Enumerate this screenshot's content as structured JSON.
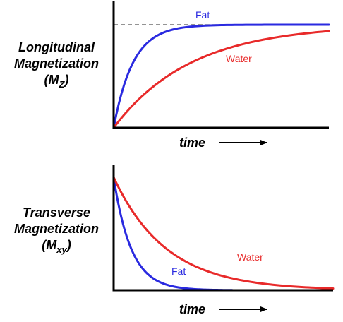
{
  "chart_data": [
    {
      "type": "line",
      "ylabel": {
        "line1": "Longitudinal",
        "line2": "Magnetization",
        "symbol": "M",
        "subscript": "Z"
      },
      "xlabel": "time",
      "xlim": [
        0,
        10
      ],
      "ylim": [
        0,
        1
      ],
      "reference_line": {
        "y": 1,
        "style": "dashed"
      },
      "series": [
        {
          "name": "Fat",
          "color": "#2a2ae0",
          "tau": 0.9,
          "x_end": 10,
          "x": [
            0,
            0.5,
            1,
            1.5,
            2,
            3,
            4,
            5,
            6,
            8,
            10
          ],
          "y": [
            0,
            0.43,
            0.67,
            0.81,
            0.89,
            0.96,
            0.99,
            1.0,
            1.0,
            1.0,
            1.0
          ]
        },
        {
          "name": "Water",
          "color": "#e82a2a",
          "tau": 3.6,
          "x_end": 10,
          "x": [
            0,
            0.5,
            1,
            1.5,
            2,
            3,
            4,
            5,
            6,
            8,
            10
          ],
          "y": [
            0,
            0.13,
            0.24,
            0.34,
            0.43,
            0.57,
            0.67,
            0.75,
            0.81,
            0.89,
            0.94
          ]
        }
      ]
    },
    {
      "type": "line",
      "ylabel": {
        "line1": "Transverse",
        "line2": "Magnetization",
        "symbol": "M",
        "subscript": "xy"
      },
      "xlabel": "time",
      "xlim": [
        0,
        10
      ],
      "ylim": [
        0,
        1
      ],
      "series": [
        {
          "name": "Fat",
          "color": "#2a2ae0",
          "tau": 0.8,
          "x_end": 5.4,
          "x": [
            0,
            0.5,
            1,
            1.5,
            2,
            3,
            4,
            5.4
          ],
          "y": [
            1,
            0.54,
            0.29,
            0.15,
            0.08,
            0.02,
            0.01,
            0
          ]
        },
        {
          "name": "Water",
          "color": "#e82a2a",
          "tau": 2.4,
          "x_end": 10,
          "x": [
            0,
            1,
            2,
            3,
            4,
            5,
            6,
            8,
            10
          ],
          "y": [
            1,
            0.66,
            0.43,
            0.29,
            0.19,
            0.12,
            0.08,
            0.03,
            0.01
          ]
        }
      ]
    }
  ]
}
